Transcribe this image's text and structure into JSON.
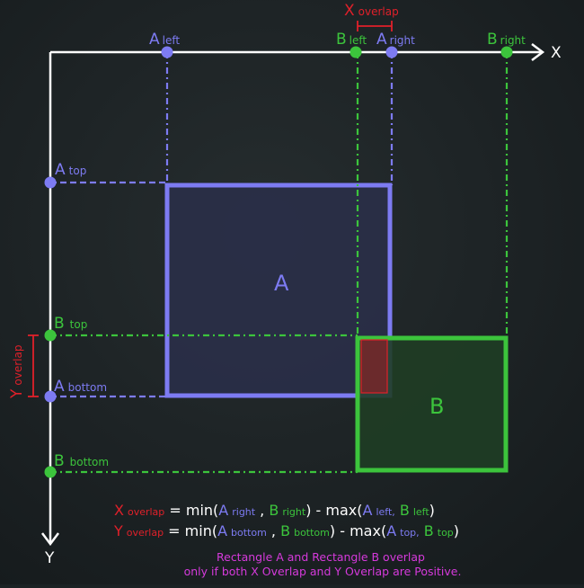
{
  "colors": {
    "background": "#1b2224",
    "axis": "#ffffff",
    "rect_a": "#7d7bf2",
    "rect_b": "#3cc43c",
    "overlap": "#e0202a",
    "note": "#d63adc"
  },
  "axes": {
    "x_label": "X",
    "y_label": "Y"
  },
  "rect_a": {
    "name": "A"
  },
  "rect_b": {
    "name": "B"
  },
  "markers": {
    "a_left": {
      "main": "A",
      "sub": "left"
    },
    "b_left": {
      "main": "B",
      "sub": "left"
    },
    "a_right": {
      "main": "A",
      "sub": "right"
    },
    "b_right": {
      "main": "B",
      "sub": "right"
    },
    "a_top": {
      "main": "A",
      "sub": "top"
    },
    "b_top": {
      "main": "B",
      "sub": "top"
    },
    "a_bottom": {
      "main": "A",
      "sub": "bottom"
    },
    "b_bottom": {
      "main": "B",
      "sub": "bottom"
    }
  },
  "x_overlap": {
    "main": "X",
    "sub": "overlap"
  },
  "y_overlap": {
    "main": "Y",
    "sub": "overlap"
  },
  "formula_x": {
    "lhs_main": "X",
    "lhs_sub": "overlap",
    "eq_min": " = min(",
    "t1_main": "A",
    "t1_sub": "right",
    "sep1": " , ",
    "t2_main": "B",
    "t2_sub": "right",
    "mid": ") - max(",
    "t3_main": "A",
    "t3_sub": "left,",
    "sep2": " ",
    "t4_main": "B",
    "t4_sub": "left",
    "end": ")"
  },
  "formula_y": {
    "lhs_main": "Y",
    "lhs_sub": "overlap",
    "eq_min": " = min(",
    "t1_main": "A",
    "t1_sub": "bottom",
    "sep1": " , ",
    "t2_main": "B",
    "t2_sub": "bottom",
    "mid": ") - max(",
    "t3_main": "A",
    "t3_sub": "top,",
    "sep2": " ",
    "t4_main": "B",
    "t4_sub": "top",
    "end": ")"
  },
  "note": {
    "line1": "Rectangle A  and  Rectangle B overlap",
    "line2": "only if both X Overlap and Y Overlap are Positive."
  }
}
